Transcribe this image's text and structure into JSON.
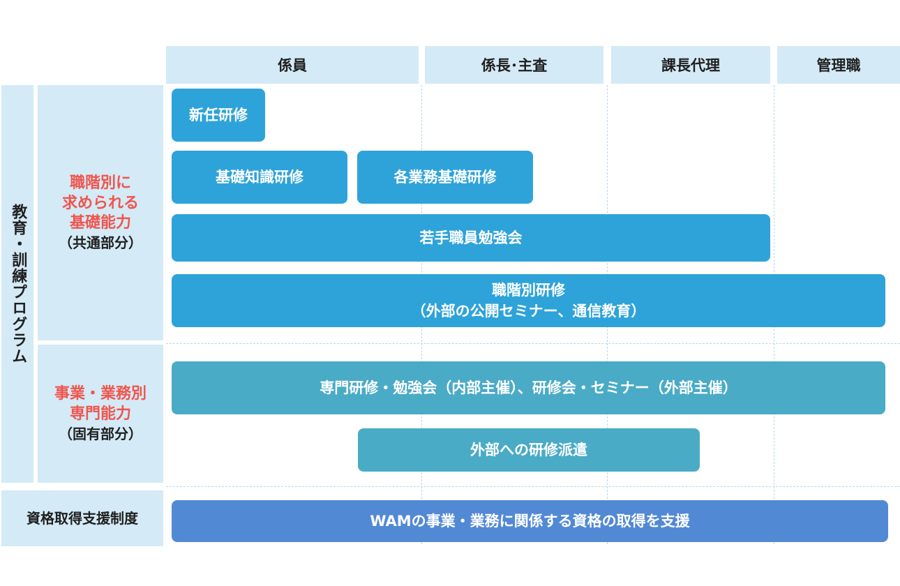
{
  "columns": [
    "係員",
    "係長･主査",
    "課長代理",
    "管理職"
  ],
  "side": {
    "program_label": "教育・訓練プログラム",
    "section1": {
      "title_lines": [
        "職階別に",
        "求められる",
        "基礎能力"
      ],
      "sub": "（共通部分）"
    },
    "section2": {
      "title_lines": [
        "事業・業務別",
        "専門能力"
      ],
      "sub": "（固有部分）"
    },
    "support_label": "資格取得支援制度"
  },
  "bars": {
    "new_hire": "新任研修",
    "basic_knowledge": "基礎知識研修",
    "business_basic": "各業務基礎研修",
    "young_staff": "若手職員勉強会",
    "rank_training": [
      "職階別研修",
      "（外部の公開セミナー、通信教育）"
    ],
    "specialist": "専門研修・勉強会（内部主催）、研修会・セミナー（外部主催）",
    "external_dispatch": "外部への研修派遣",
    "qualification": "WAMの事業・業務に関係する資格の取得を支援"
  },
  "colors": {
    "header_bg": "#d4eaf6",
    "bar_blue": "#2ea3d9",
    "bar_teal": "#4aabc6",
    "bar_indigo": "#5289d4",
    "accent_red": "#f0554d"
  }
}
